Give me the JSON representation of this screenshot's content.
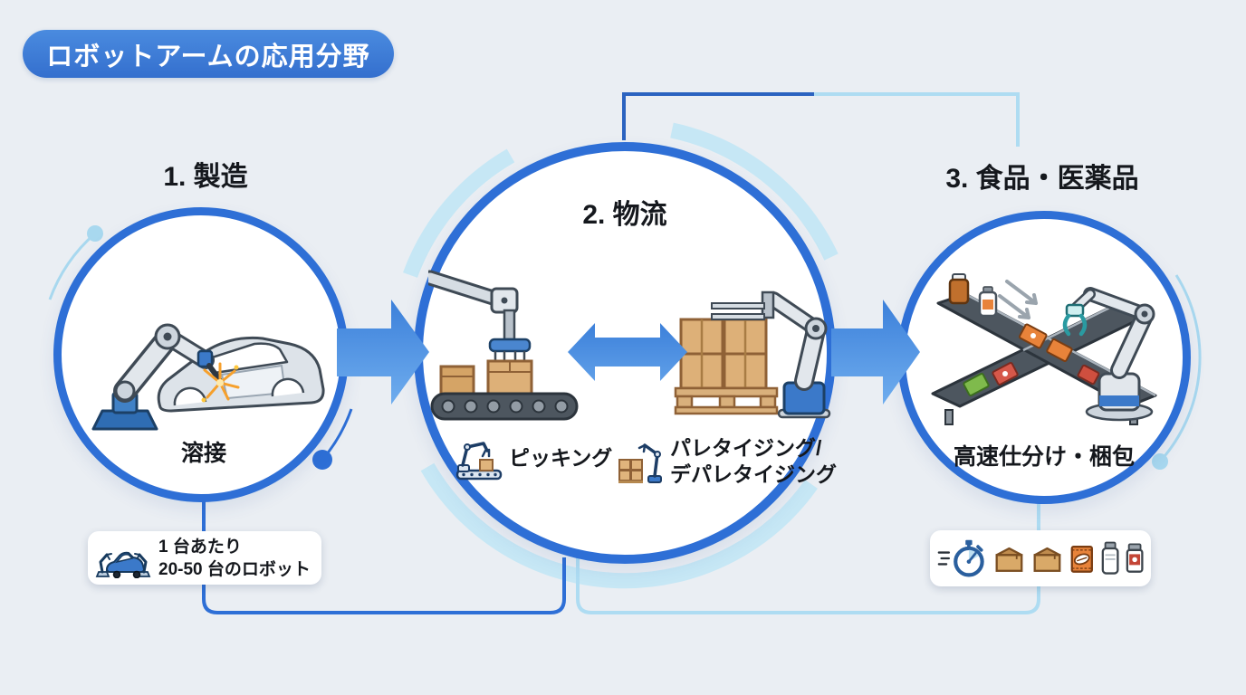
{
  "title": {
    "label": "ロボットアームの応用分野",
    "bg_color": "#3b7fd9",
    "text_color": "#ffffff"
  },
  "sections": {
    "manufacturing": {
      "heading": "1. 製造",
      "caption": "溶接",
      "note": {
        "line1": "1 台あたり",
        "line2": "20-50 台のロボット"
      }
    },
    "logistics": {
      "heading": "2. 物流",
      "picking_label": "ピッキング",
      "palletizing_line1": "パレタイジング/",
      "palletizing_line2": "デパレタイジング"
    },
    "food_pharma": {
      "heading": "3. 食品・医薬品",
      "caption": "高速仕分け・梱包"
    }
  },
  "icons": {
    "welding_scene": "robot-arm-welding-car-body",
    "picking_scene": "gantry-arm-picking-box-from-conveyor",
    "palletizing_scene": "robot-arm-stacking-boxes-on-pallet",
    "sorting_scene": "robot-arm-sorting-on-cross-conveyor",
    "note1_icon": "two-robot-arms-assembling-car",
    "strip_icons": [
      "stopwatch-speed",
      "cardboard-box",
      "cardboard-box",
      "snack-pack-pill",
      "bottle",
      "pill-bottle"
    ]
  },
  "colors": {
    "background": "#eaeef3",
    "circle_border": "#2e6fd6",
    "arrow_blue_top": "#3c80da",
    "arrow_blue_bottom": "#6fadee",
    "pale_band": "#c6e7f5",
    "light_line": "#aedcf2",
    "bracket_dark": "#2b63c0",
    "text": "#15181d"
  }
}
